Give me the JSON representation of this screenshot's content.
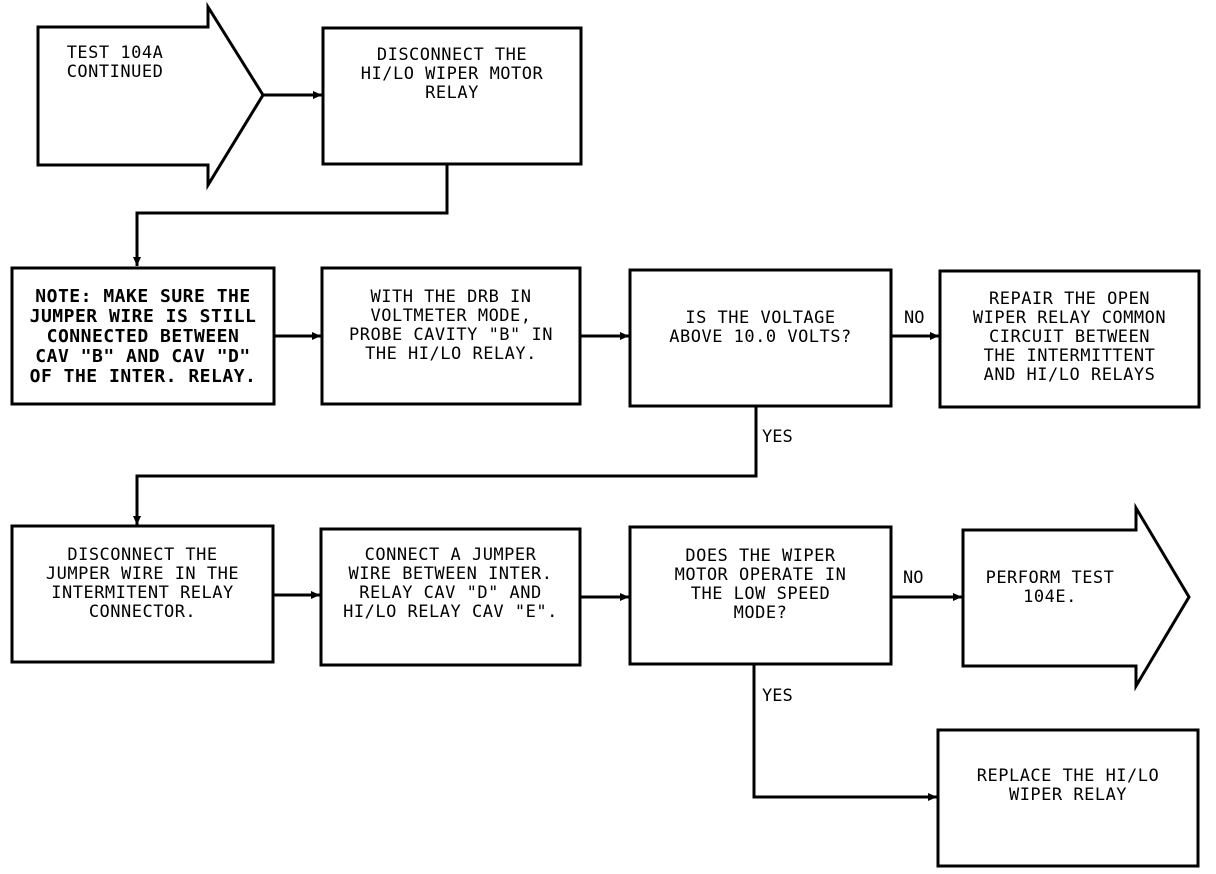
{
  "colors": {
    "line": "#000000",
    "background": "#ffffff"
  },
  "nodes": {
    "start": "TEST 104A\nCONTINUED",
    "disconnect_relay": "DISCONNECT THE\nHI/LO WIPER MOTOR\nRELAY",
    "note": "NOTE:  MAKE SURE THE\nJUMPER WIRE IS STILL\nCONNECTED BETWEEN\nCAV \"B\" AND CAV \"D\"\nOF THE INTER. RELAY.",
    "probe": "WITH THE DRB IN\nVOLTMETER MODE,\nPROBE CAVITY \"B\" IN\nTHE HI/LO RELAY.",
    "voltage_question": "IS THE VOLTAGE\nABOVE 10.0 VOLTS?",
    "repair": "REPAIR THE OPEN\nWIPER RELAY COMMON\nCIRCUIT BETWEEN\nTHE INTERMITTENT\nAND HI/LO RELAYS",
    "disconnect_jumper": "DISCONNECT THE\nJUMPER WIRE IN THE\nINTERMITENT RELAY\nCONNECTOR.",
    "connect_jumper": "CONNECT A JUMPER\nWIRE BETWEEN INTER.\nRELAY CAV \"D\" AND\nHI/LO RELAY CAV \"E\".",
    "motor_question": "DOES THE WIPER\nMOTOR OPERATE IN\nTHE LOW SPEED\nMODE?",
    "perform": "PERFORM TEST\n104E.",
    "replace": "REPLACE THE HI/LO\nWIPER RELAY"
  },
  "labels": {
    "no_1": "NO",
    "yes_1": "YES",
    "no_2": "NO",
    "yes_2": "YES"
  }
}
